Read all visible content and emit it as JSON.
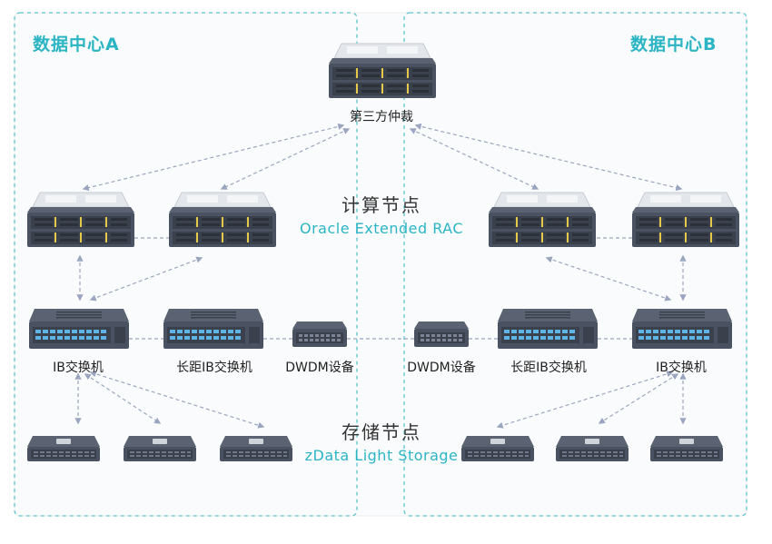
{
  "zones": {
    "a_title": "数据中心A",
    "b_title": "数据中心B"
  },
  "arbiter_label": "第三方仲裁",
  "compute": {
    "title": "计算节点",
    "subtitle": "Oracle Extended RAC"
  },
  "storage": {
    "title": "存储节点",
    "subtitle": "zData Light Storage"
  },
  "network": {
    "ib_switch_a": "IB交换机",
    "long_ib_a": "长距IB交换机",
    "dwdm_a": "DWDM设备",
    "dwdm_b": "DWDM设备",
    "long_ib_b": "长距IB交换机",
    "ib_switch_b": "IB交换机"
  },
  "colors": {
    "accent": "#2bb5c4",
    "device": "#4a5160",
    "device_light": "#d9dde3",
    "port": "#5fb3e6",
    "led": "#e6c84a",
    "link": "#9aa6bf"
  }
}
